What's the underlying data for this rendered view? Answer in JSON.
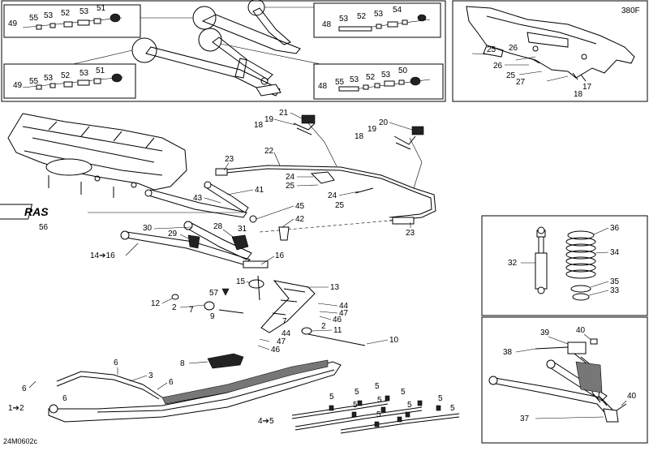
{
  "diagram": {
    "code": "24M0602c",
    "variant": "380F",
    "logo": "RAS",
    "labels": {
      "top_left": [
        "49",
        "55",
        "53",
        "52",
        "53",
        "51"
      ],
      "bottom_left": [
        "49",
        "55",
        "53",
        "52",
        "53",
        "51"
      ],
      "top_right": [
        "48",
        "53",
        "52",
        "53",
        "54"
      ],
      "bottom_right": [
        "48",
        "55",
        "53",
        "52",
        "53",
        "50"
      ],
      "frame": [
        "25",
        "26",
        "26",
        "25",
        "27",
        "17",
        "18"
      ],
      "main": {
        "l21": "21",
        "l19a": "19",
        "l18a": "18",
        "l20": "20",
        "l19b": "19",
        "l18b": "18",
        "l22": "22",
        "l23a": "23",
        "l24a": "24",
        "l25a": "25",
        "l24b": "24",
        "l25b": "25",
        "l41": "41",
        "l43": "43",
        "l45": "45",
        "l42": "42",
        "l23b": "23",
        "l56": "56",
        "l30": "30",
        "l29": "29",
        "l28": "28",
        "l31": "31",
        "l14_16": "14➔16",
        "l16": "16",
        "l15": "15",
        "l13": "13",
        "l57": "57",
        "l12": "12",
        "l2a": "2",
        "l7a": "7",
        "l9": "9",
        "l44a": "44",
        "l47a": "47",
        "l46a": "46",
        "l7b": "7",
        "l2b": "2",
        "l44b": "44",
        "l11": "11",
        "l47b": "47",
        "l46b": "46",
        "l10": "10",
        "l8": "8",
        "l6a": "6",
        "l3": "3",
        "l6b": "6",
        "l6c": "6",
        "l6d": "6",
        "l1_2": "1➔2",
        "l4_5": "4➔5",
        "l5": [
          "5",
          "5",
          "5",
          "5",
          "5",
          "5",
          "5",
          "5",
          "5",
          "5"
        ]
      },
      "shock": {
        "l36": "36",
        "l34": "34",
        "l32": "32",
        "l35": "35",
        "l33": "33"
      },
      "arm": {
        "l39": "39",
        "l40a": "40",
        "l38": "38",
        "l40b": "40",
        "l37": "37"
      }
    }
  }
}
